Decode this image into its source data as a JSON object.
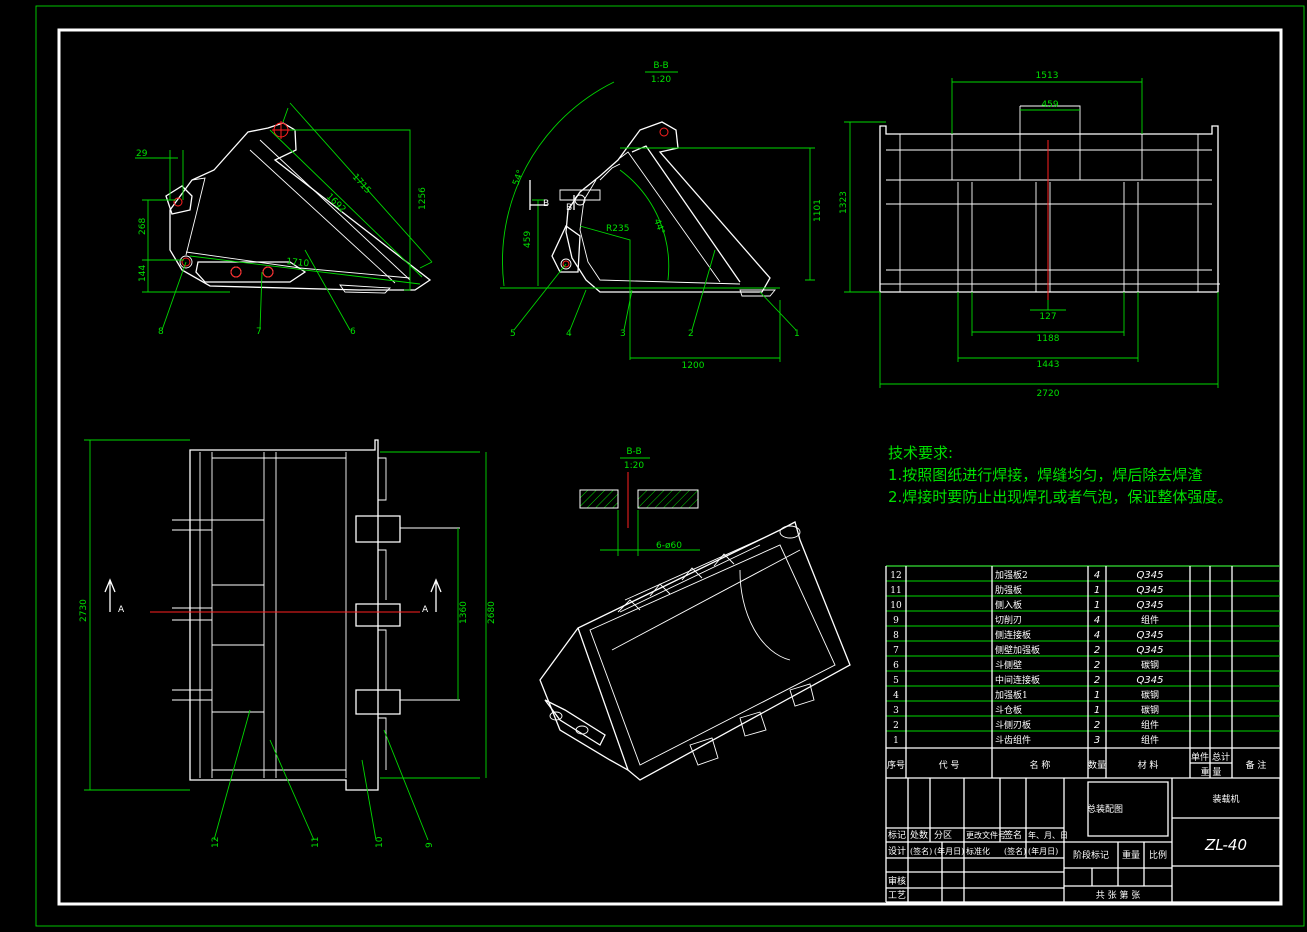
{
  "views": {
    "side": {
      "dims": [
        "29",
        "268",
        "144",
        "1715",
        "1692",
        "1256",
        "1710"
      ],
      "parts": [
        "8",
        "7",
        "6"
      ]
    },
    "section": {
      "title": "B-B",
      "scale": "1:20",
      "dims": [
        "54°",
        "459",
        "R235",
        "44°",
        "1101",
        "1200"
      ],
      "marker": "B",
      "parts": [
        "5",
        "4",
        "3",
        "2",
        "1"
      ]
    },
    "front": {
      "dims": [
        "1513",
        "459",
        "1323",
        "127",
        "1188",
        "1443",
        "2720"
      ]
    },
    "top": {
      "dims": [
        "2730",
        "2680",
        "1360"
      ],
      "marker": "A",
      "parts": [
        "12",
        "11",
        "10",
        "9"
      ]
    },
    "detail": {
      "title": "B-B",
      "scale": "1:20",
      "hole": "6-ø60"
    }
  },
  "tech": {
    "heading": "技术要求:",
    "items": [
      "1.按照图纸进行焊接，焊缝均匀，焊后除去焊渣",
      "2.焊接时要防止出现焊孔或者气泡，保证整体强度。"
    ]
  },
  "bom": {
    "rows": [
      {
        "no": "12",
        "name": "加强板2",
        "qty": "4",
        "mat": "Q345"
      },
      {
        "no": "11",
        "name": "肋强板",
        "qty": "1",
        "mat": "Q345"
      },
      {
        "no": "10",
        "name": "侧入板",
        "qty": "1",
        "mat": "Q345"
      },
      {
        "no": "9",
        "name": "切削刃",
        "qty": "4",
        "mat": "组件"
      },
      {
        "no": "8",
        "name": "侧连接板",
        "qty": "4",
        "mat": "Q345"
      },
      {
        "no": "7",
        "name": "侧壁加强板",
        "qty": "2",
        "mat": "Q345"
      },
      {
        "no": "6",
        "name": "斗侧壁",
        "qty": "2",
        "mat": "碳钢"
      },
      {
        "no": "5",
        "name": "中间连接板",
        "qty": "2",
        "mat": "Q345"
      },
      {
        "no": "4",
        "name": "加强板1",
        "qty": "1",
        "mat": "碳钢"
      },
      {
        "no": "3",
        "name": "斗仓板",
        "qty": "1",
        "mat": "碳钢"
      },
      {
        "no": "2",
        "name": "斗侧刃板",
        "qty": "2",
        "mat": "组件"
      },
      {
        "no": "1",
        "name": "斗齿组件",
        "qty": "3",
        "mat": "组件"
      }
    ],
    "header": {
      "no": "序号",
      "code": "代 号",
      "name": "名 称",
      "qty": "数量",
      "mat": "材 料",
      "unit": "单件",
      "total": "总计",
      "weight": "重 量",
      "note": "备 注"
    }
  },
  "title_block": {
    "drawing_name": "总装配图",
    "product": "装载机",
    "model": "ZL-40",
    "row_labels1": [
      "标记",
      "处数",
      "分区",
      "更改文件号",
      "签名",
      "年、月、日"
    ],
    "row_labels2": [
      "设计",
      "(签名)",
      "(年月日)",
      "标准化",
      "(签名)",
      "(年月日)"
    ],
    "stage": "阶段标记",
    "weight": "重量",
    "scale": "比例",
    "review": "审核",
    "process": "工艺",
    "sheets": "共 张 第 张"
  },
  "colors": {
    "border": "#00d800",
    "frame": "#ffffff",
    "dim": "#00d800",
    "center": "#ff2020",
    "bg": "#000000"
  }
}
